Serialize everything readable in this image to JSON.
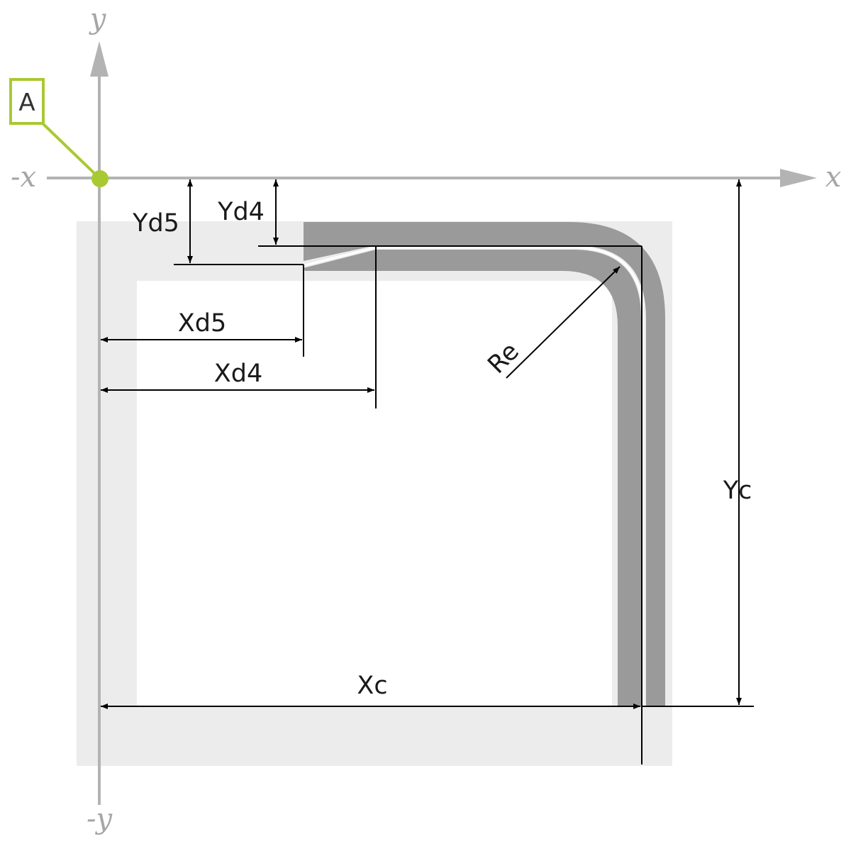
{
  "axes": {
    "x_pos": "x",
    "x_neg": "-x",
    "y_pos": "y",
    "y_neg": "-y"
  },
  "origin_marker": {
    "label": "A",
    "color": "#a9c932"
  },
  "dimensions": {
    "yd5": "Yd5",
    "yd4": "Yd4",
    "xd5": "Xd5",
    "xd4": "Xd4",
    "re": "Re",
    "xc": "Xc",
    "yc": "Yc"
  },
  "colors": {
    "axis": "#b3b3b3",
    "background_frame": "#ececec",
    "profile": "#9a9a9a",
    "dimension_lines": "#000000"
  }
}
